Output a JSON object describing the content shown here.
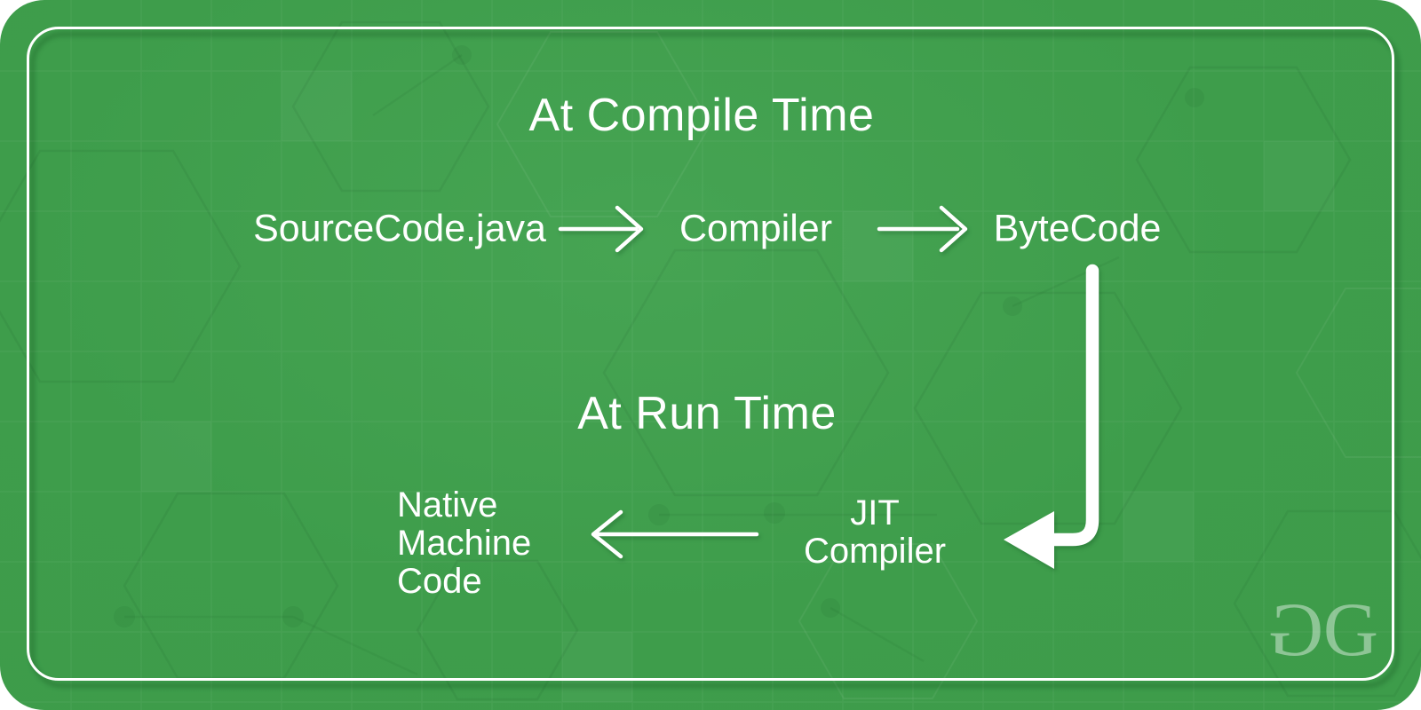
{
  "compile_section": {
    "title": "At Compile Time",
    "source_label": "SourceCode.java",
    "compiler_label": "Compiler",
    "bytecode_label": "ByteCode"
  },
  "runtime_section": {
    "title": "At Run Time",
    "jit_lines": [
      "JIT",
      "Compiler"
    ],
    "native_lines": [
      "Native",
      "Machine",
      "Code"
    ]
  },
  "logo": {
    "g1": "G",
    "g2": "G"
  },
  "icons": {
    "source_to_compiler": "arrow-right",
    "compiler_to_bytecode": "arrow-right",
    "bytecode_to_jit": "elbow-arrow-down-left",
    "jit_to_native": "arrow-left"
  },
  "colors": {
    "card_background": "#3e9d4b",
    "text": "#ffffff",
    "border": "#ffffff",
    "border_shadow": "#1f5c2c",
    "logo": "rgba(255,255,255,0.42)",
    "page_background": "#ffffff"
  }
}
